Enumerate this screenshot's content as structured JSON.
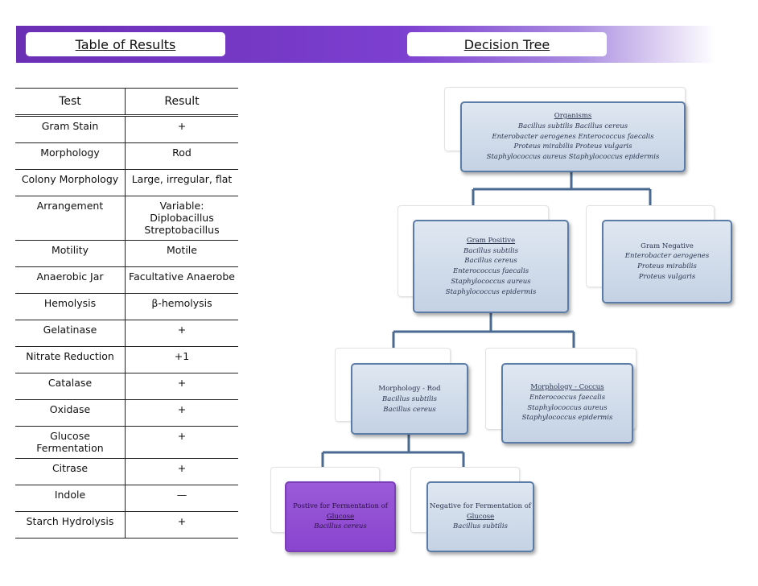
{
  "header": {
    "left_title": "Table of Results",
    "right_title": "Decision Tree"
  },
  "table": {
    "headers": [
      "Test",
      "Result"
    ],
    "rows": [
      [
        "Gram Stain",
        "+"
      ],
      [
        "Morphology",
        "Rod"
      ],
      [
        "Colony Morphology",
        "Large, irregular, flat"
      ],
      [
        "Arrangement",
        "Variable:\nDiplobacillus\nStreptobacillus"
      ],
      [
        "Motility",
        "Motile"
      ],
      [
        "Anaerobic Jar",
        "Facultative Anaerobe"
      ],
      [
        "Hemolysis",
        "β-hemolysis"
      ],
      [
        "Gelatinase",
        "+"
      ],
      [
        "Nitrate Reduction",
        "+1"
      ],
      [
        "Catalase",
        "+"
      ],
      [
        "Oxidase",
        "+"
      ],
      [
        "Glucose Fermentation",
        "+"
      ],
      [
        "Citrase",
        "+"
      ],
      [
        "Indole",
        "—"
      ],
      [
        "Starch Hydrolysis",
        "+"
      ]
    ]
  },
  "tree": {
    "root": {
      "title": "Organisms",
      "lines": [
        "Bacillus subtilis   Bacillus cereus",
        "Enterobacter aerogenes  Enterococcus faecalis",
        "Proteus mirabilis  Proteus vulgaris",
        "Staphylococcus aureus   Staphylococcus epidermis"
      ]
    },
    "gram_pos": {
      "title": "Gram Positive",
      "lines": [
        "Bacillus subtilis",
        "Bacillus cereus",
        "Enterococcus faecalis",
        "Staphylococcus aureus",
        "Staphylococcus epidermis"
      ]
    },
    "gram_neg": {
      "title": "Gram Negative",
      "lines": [
        "Enterobacter aerogenes",
        "Proteus mirabilis",
        "Proteus vulgaris"
      ]
    },
    "rod": {
      "title": "Morphology - Rod",
      "lines": [
        "Bacillus subtilis",
        "Bacillus cereus"
      ]
    },
    "coccus": {
      "title": "Morphology - Coccus",
      "lines": [
        "Enterococcus faecalis",
        "Staphylococcus aureus",
        "Staphylococcus epidermis"
      ]
    },
    "pos_glucose": {
      "title_a": "Postive for Fermentation of",
      "title_b": "Glucose",
      "lines": [
        "Bacillus cereus"
      ]
    },
    "neg_glucose": {
      "title_a": "Negative for Fermentation of",
      "title_b": "Glucose",
      "lines": [
        "Bacillus subtilis"
      ]
    }
  }
}
